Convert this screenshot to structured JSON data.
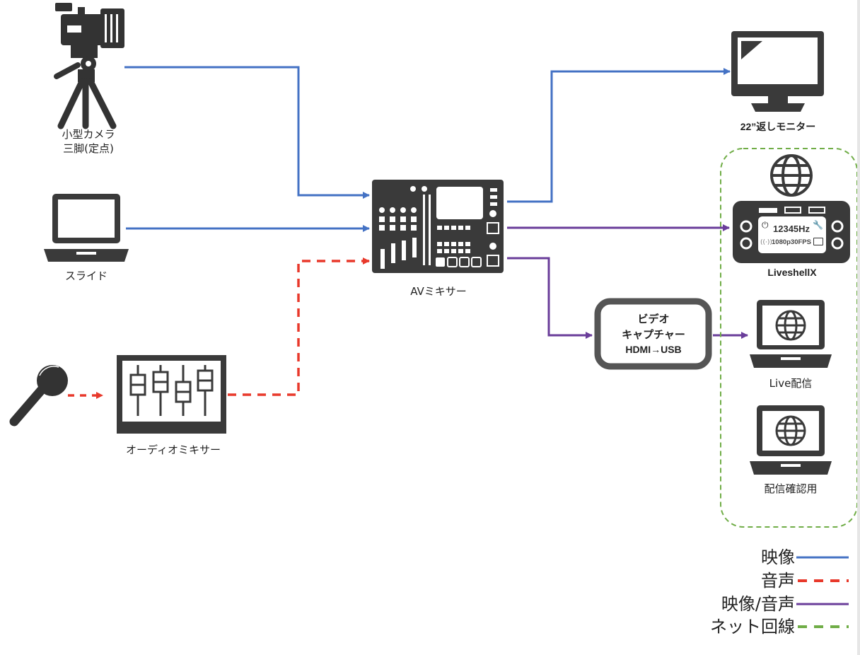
{
  "nodes": {
    "camera": "小型カメラ\n三脚(定点)",
    "slide": "スライド",
    "audio_mixer": "オーディオミキサー",
    "av_mixer": "AVミキサー",
    "monitor": "22”返しモニター",
    "liveshell": "LiveshellX",
    "live_stream": "Live配信",
    "stream_check": "配信確認用",
    "capture_line1": "ビデオ",
    "capture_line2": "キャプチャー",
    "capture_line3": "HDMI→USB"
  },
  "liveshell_screen": {
    "freq": "12345Hz",
    "format": "1080p30FPS"
  },
  "legend": [
    {
      "label": "映像",
      "color": "#4472c4",
      "style": "solid"
    },
    {
      "label": "音声",
      "color": "#e8392b",
      "style": "dashed"
    },
    {
      "label": "映像/音声",
      "color": "#6a3d9a",
      "style": "solid"
    },
    {
      "label": "ネット回線",
      "color": "#70ad47",
      "style": "dashed"
    }
  ]
}
